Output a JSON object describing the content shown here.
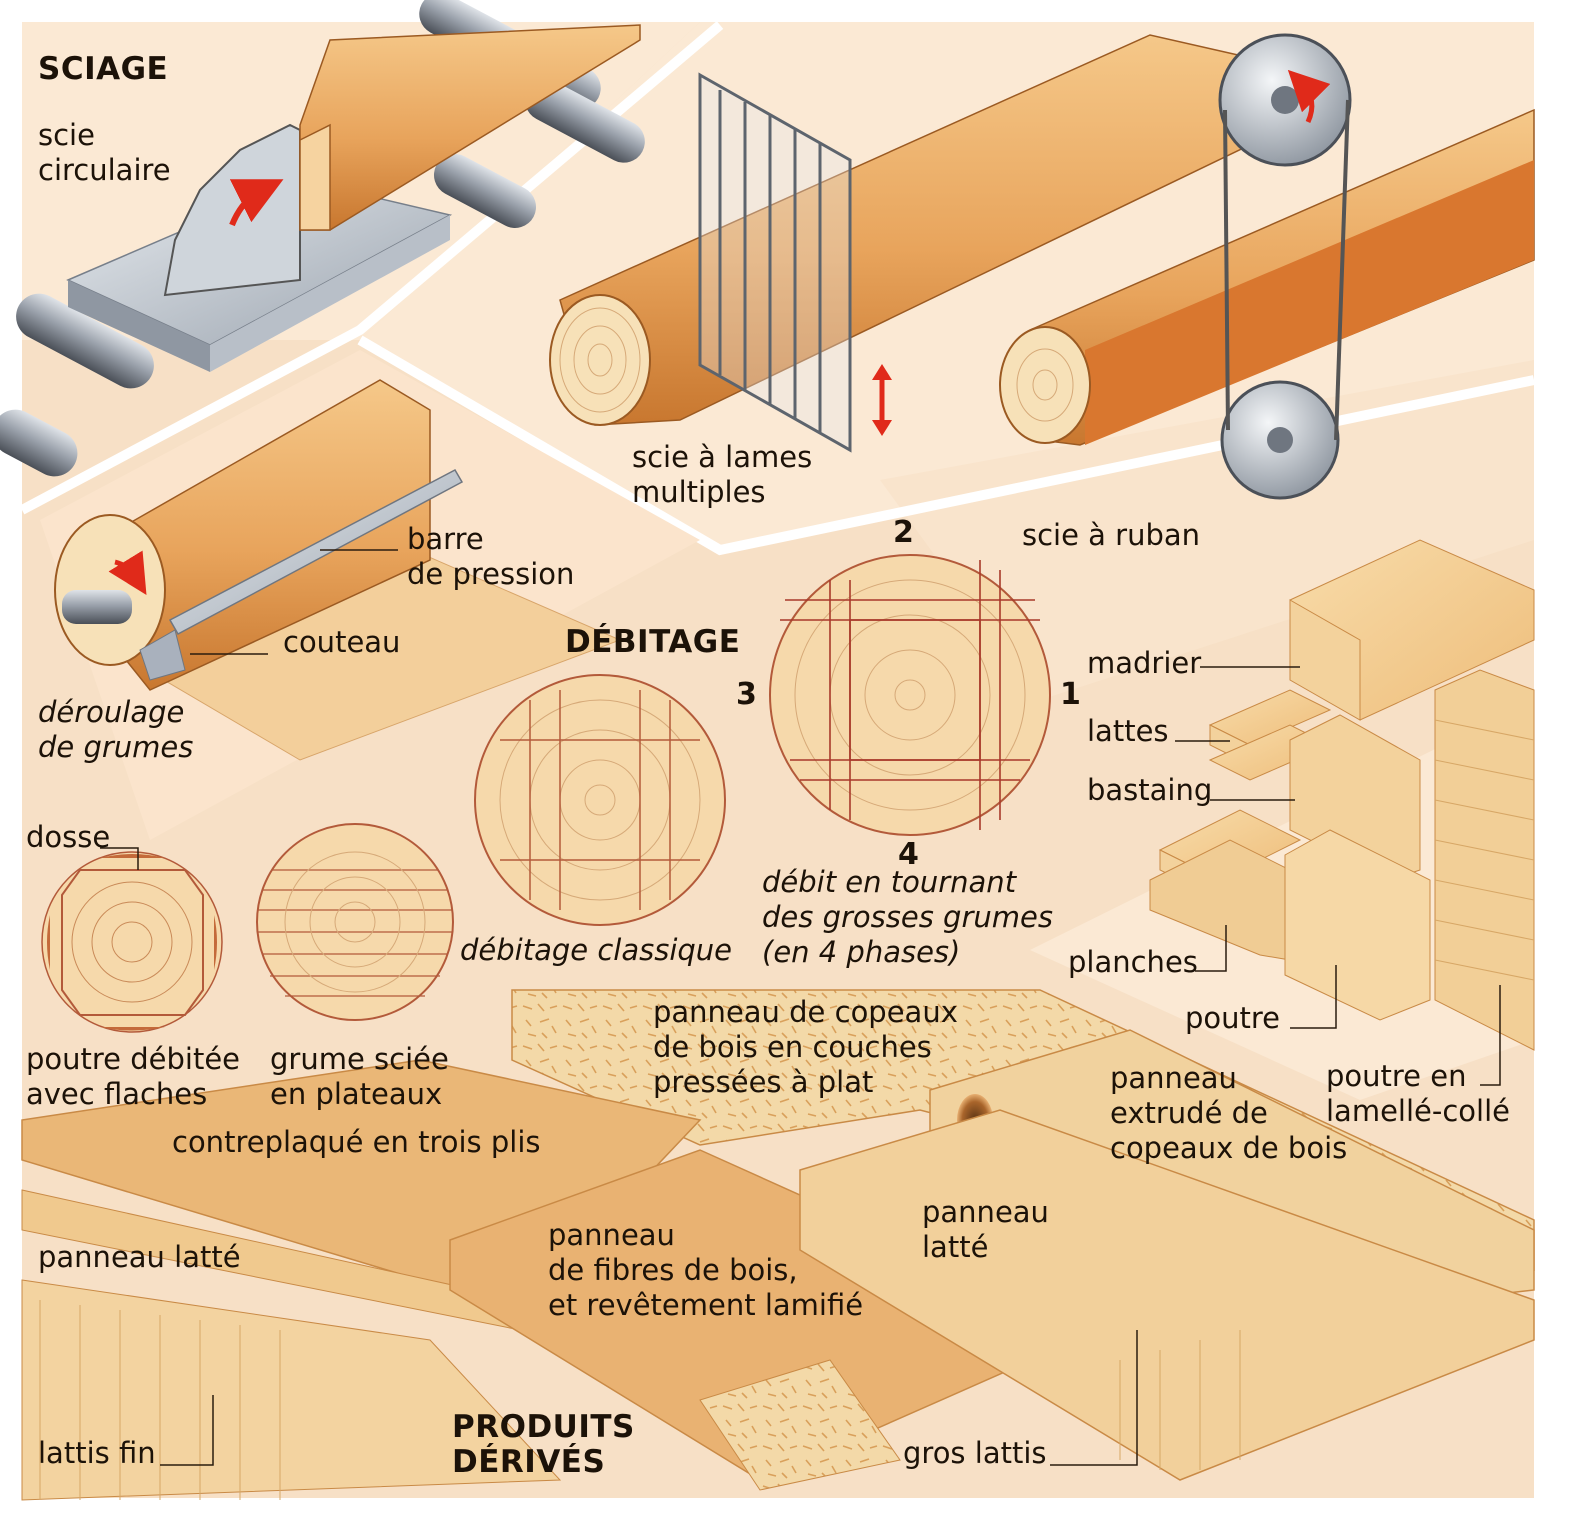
{
  "sections": {
    "sciage": "SCIAGE",
    "debitage": "DÉBITAGE",
    "produits": "PRODUITS\nDÉRIVÉS"
  },
  "labels": {
    "scie_circulaire": "scie\ncirculaire",
    "scie_lames": "scie à lames\nmultiples",
    "scie_ruban": "scie à ruban",
    "barre": "barre\nde pression",
    "couteau": "couteau",
    "deroulage": "déroulage\nde grumes",
    "dosse": "dosse",
    "poutre_flaches": "poutre débitée\navec flaches",
    "grume_plateaux": "grume sciée\nen plateaux",
    "debitage_classique": "débitage classique",
    "debit_tournant": "débit en tournant\ndes grosses grumes\n(en 4 phases)",
    "madrier": "madrier",
    "lattes": "lattes",
    "bastaing": "bastaing",
    "planches": "planches",
    "poutre": "poutre",
    "lamelle": "poutre en\nlamellé-collé",
    "panneau_copeaux": "panneau de copeaux\nde bois en couches\npressées à plat",
    "panneau_extrude": "panneau\nextrudé de\ncopeaux de bois",
    "contreplaque": "contreplaqué en trois plis",
    "panneau_latte_1": "panneau latté",
    "panneau_latte_2": "panneau\nlatté",
    "panneau_fibres": "panneau\nde fibres de bois,\net revêtement lamifié",
    "lattis_fin": "lattis fin",
    "gros_lattis": "gros lattis"
  },
  "phases": [
    "1",
    "2",
    "3",
    "4"
  ],
  "colors": {
    "wood_light": "#f6d6a2",
    "wood_mid": "#e9a25a",
    "wood_dark": "#c96a2a",
    "cut_face": "#f7e1b8",
    "steel": "#a9b1bd",
    "arrow_red": "#e02a1a",
    "ground": "#f7ddc0",
    "ring_line": "#b35a3a"
  },
  "icons": [
    "rotation-arrow-icon",
    "vertical-double-arrow-icon"
  ]
}
